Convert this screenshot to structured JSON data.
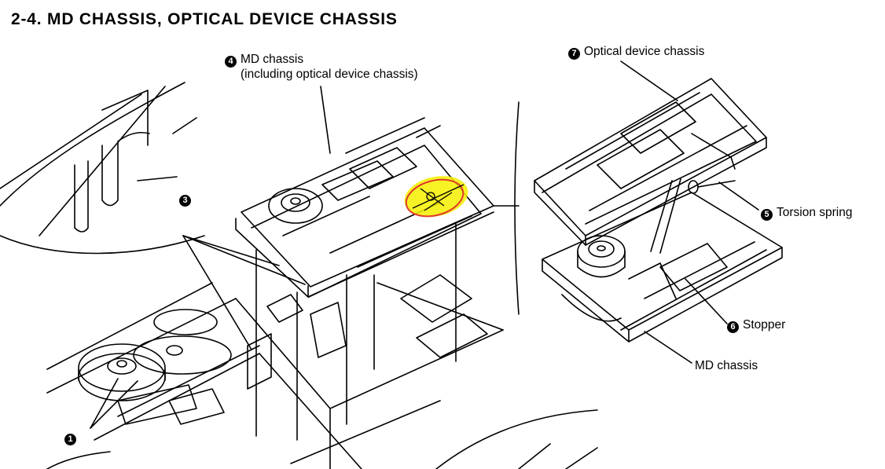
{
  "title": "2-4.  MD CHASSIS, OPTICAL DEVICE CHASSIS",
  "labels": {
    "md_chassis_num": "4",
    "md_chassis": "MD chassis",
    "md_chassis_sub": "(including optical device chassis)",
    "optical_num": "7",
    "optical": "Optical device chassis",
    "part3_num": "3",
    "torsion_num": "5",
    "torsion": "Torsion spring",
    "stopper_num": "6",
    "stopper": "Stopper",
    "md_chassis_bottom": "MD chassis",
    "part1_num": "1"
  },
  "highlight_color": "#f4f000",
  "highlight_outline": "#e23a2a"
}
